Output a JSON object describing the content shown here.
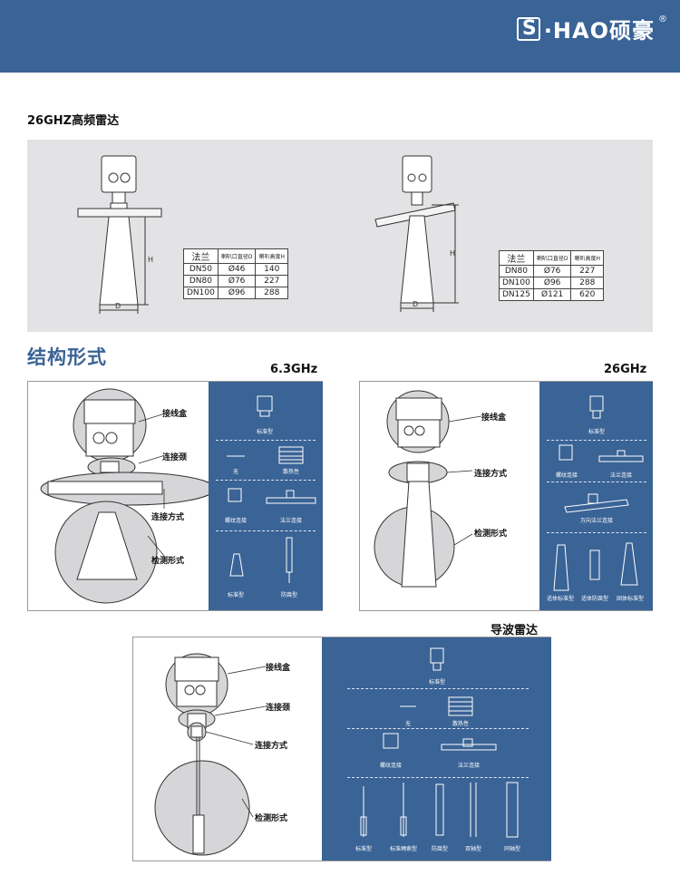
{
  "header": {
    "brand_text": "·HAO硕豪",
    "reg_mark": "®"
  },
  "section1": {
    "title": "26GHZ高频雷达",
    "table_left": {
      "headers": [
        "法兰",
        "喇叭口直径D",
        "喇叭高度H"
      ],
      "rows": [
        [
          "DN50",
          "Ø46",
          "140"
        ],
        [
          "DN80",
          "Ø76",
          "227"
        ],
        [
          "DN100",
          "Ø96",
          "288"
        ]
      ]
    },
    "table_right": {
      "headers": [
        "法兰",
        "喇叭口直径D",
        "喇叭高度H"
      ],
      "rows": [
        [
          "DN80",
          "Ø76",
          "227"
        ],
        [
          "DN100",
          "Ø96",
          "288"
        ],
        [
          "DN125",
          "Ø121",
          "620"
        ]
      ]
    },
    "dim_h": "H",
    "dim_d": "D"
  },
  "section2": {
    "title": "结构形式",
    "freq_left": "6.3GHz",
    "freq_right": "26GHz",
    "freq_bottom": "导波雷达"
  },
  "panel_a": {
    "callouts": [
      "接线盒",
      "连接颈",
      "连接方式",
      "检测形式"
    ],
    "options": [
      "标准型",
      "无",
      "散热性",
      "螺纹连接",
      "法兰连接",
      "标准型",
      "防腐型"
    ]
  },
  "panel_b": {
    "callouts": [
      "接线盒",
      "连接方式",
      "检测形式"
    ],
    "options": [
      "标准型",
      "螺纹连接",
      "法兰连接",
      "万向法兰连接",
      "适体标准型",
      "适体防腐型",
      "固体标准型"
    ]
  },
  "panel_c": {
    "callouts": [
      "接线盒",
      "连接颈",
      "连接方式",
      "检测形式"
    ],
    "options": [
      "标准型",
      "无",
      "散热性",
      "螺纹连接",
      "法兰连接",
      "标准型",
      "标准绳索型",
      "防腐型",
      "双轴型",
      "同轴型"
    ]
  },
  "colors": {
    "header_blue": "#3a6396",
    "panel_gray": "#e3e3e5"
  }
}
